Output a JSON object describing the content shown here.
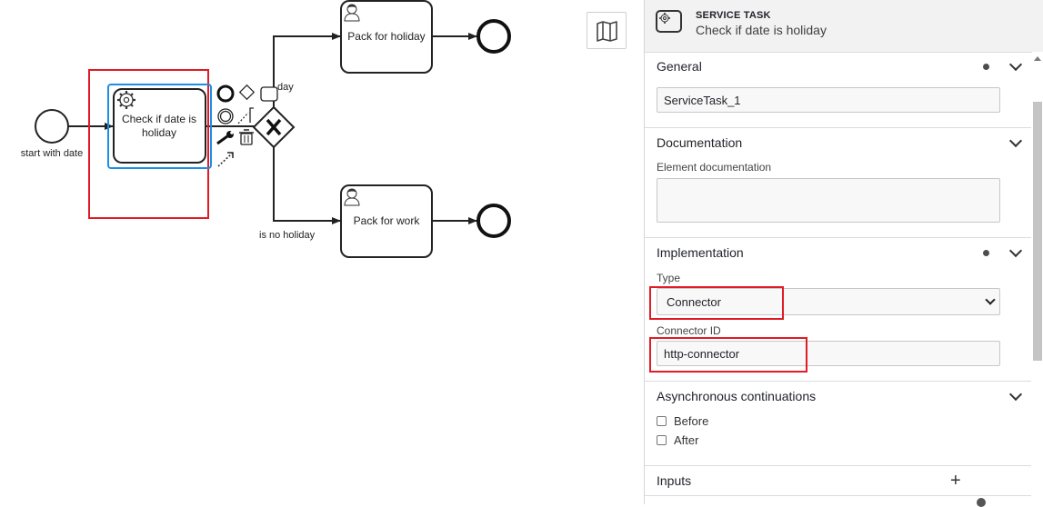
{
  "diagram": {
    "start_event_label": "start with date",
    "service_task_label_line1": "Check if date is",
    "service_task_label_line2": "holiday",
    "task_holiday_label": "Pack for holiday",
    "task_work_label": "Pack for work",
    "flow_holiday_label_fragment": "day",
    "flow_no_holiday_label": "is no holiday",
    "gateway_type": "exclusive",
    "context_pad_icons": [
      "end-event-icon",
      "gateway-icon",
      "task-icon",
      "intermediate-event-icon",
      "text-annotation-icon",
      "wrench-icon",
      "delete-icon",
      "connect-icon"
    ],
    "highlight_color": "#e01b24",
    "selection_color": "#1a8fe3"
  },
  "canvas_tools": {
    "map_icon": "map-icon"
  },
  "panel": {
    "header": {
      "type": "SERVICE TASK",
      "name": "Check if date is holiday",
      "icon": "service-task-icon"
    },
    "general": {
      "title": "General",
      "id_value": "ServiceTask_1"
    },
    "documentation": {
      "title": "Documentation",
      "label": "Element documentation",
      "value": ""
    },
    "implementation": {
      "title": "Implementation",
      "type_label": "Type",
      "type_value": "Connector",
      "connector_id_label": "Connector ID",
      "connector_id_value": "http-connector"
    },
    "async": {
      "title": "Asynchronous continuations",
      "before_label": "Before",
      "after_label": "After",
      "before_checked": false,
      "after_checked": false
    },
    "inputs": {
      "title": "Inputs"
    }
  }
}
